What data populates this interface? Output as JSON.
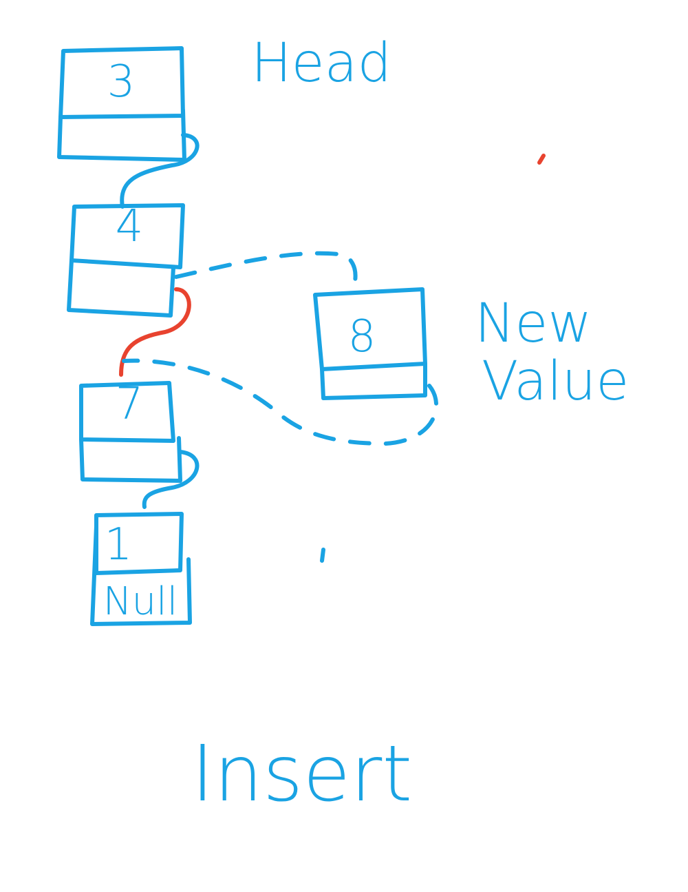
{
  "title": "Insert",
  "head_label": "Head",
  "new_label_line1": "New",
  "new_label_line2": "Value",
  "nodes": [
    {
      "value": "3",
      "next": ""
    },
    {
      "value": "4",
      "next": ""
    },
    {
      "value": "7",
      "next": ""
    },
    {
      "value": "1",
      "next": "Null"
    }
  ],
  "new_node": {
    "value": "8",
    "next": ""
  },
  "colors": {
    "ink": "#1aa3e3",
    "highlight": "#e8432f",
    "background": "#ffffff"
  }
}
